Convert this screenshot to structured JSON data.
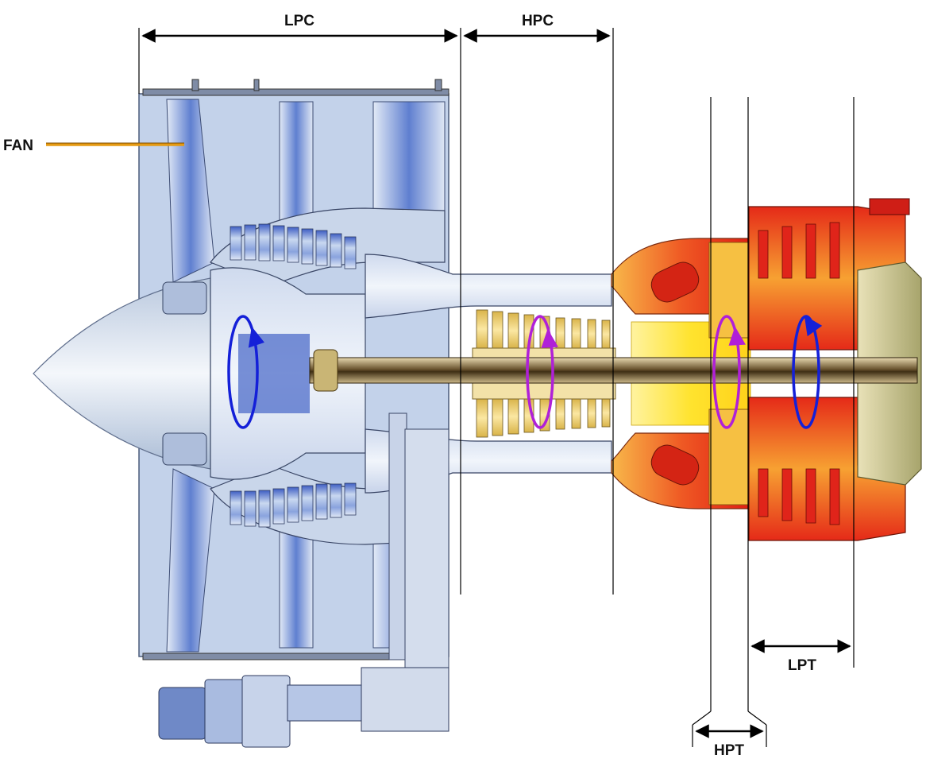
{
  "labels": {
    "fan": "FAN",
    "lpc": "LPC",
    "hpc": "HPC",
    "lpt": "LPT",
    "hpt": "HPT"
  },
  "colors": {
    "fan_section": "#b7c9e6",
    "compressor_core": "#c9d6ea",
    "hpc_blades": "#f1d58a",
    "combustor": "#e8301e",
    "hot_section": "#f4a12a",
    "turbine_yellow": "#ffe44a",
    "shaft": "#6e5a33",
    "lp_rotation_arrow": "#1420d8",
    "hp_rotation_arrow": "#b020d8",
    "fan_leader_line": "#e59a12",
    "dimension_line": "#000000"
  }
}
